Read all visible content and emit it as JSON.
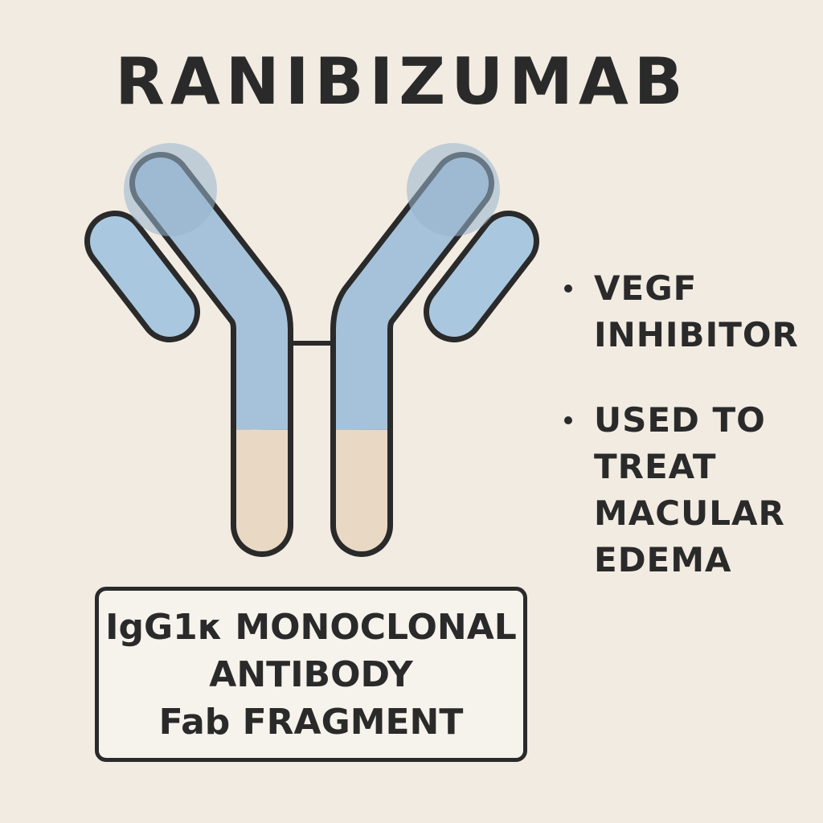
{
  "title": "RANIBIZUMAB",
  "bullets": [
    "VEGF\nINHIBITOR",
    "USED TO\nTREAT\nMACULAR\nEDEMA"
  ],
  "box": {
    "lines": [
      "IgG1κ MONOCLONAL",
      "ANTIBODY",
      "Fab FRAGMENT"
    ]
  },
  "colors": {
    "background": "#f2ebe2",
    "variable": "#a8c4db",
    "constant": "#e9d9c4",
    "outline": "#2a2a2a"
  }
}
